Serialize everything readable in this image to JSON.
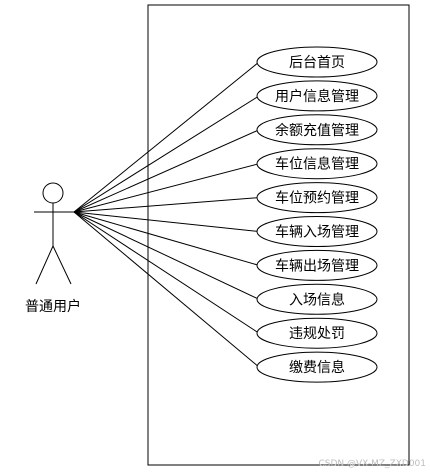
{
  "actor": {
    "label": "普通用户"
  },
  "use_cases": [
    {
      "label": "后台首页"
    },
    {
      "label": "用户信息管理"
    },
    {
      "label": "余额充值管理"
    },
    {
      "label": "车位信息管理"
    },
    {
      "label": "车位预约管理"
    },
    {
      "label": "车辆入场管理"
    },
    {
      "label": "车辆出场管理"
    },
    {
      "label": "入场信息"
    },
    {
      "label": "违规处罚"
    },
    {
      "label": "缴费信息"
    }
  ],
  "watermark": "CSDN @VX-MZ_ZXD001"
}
